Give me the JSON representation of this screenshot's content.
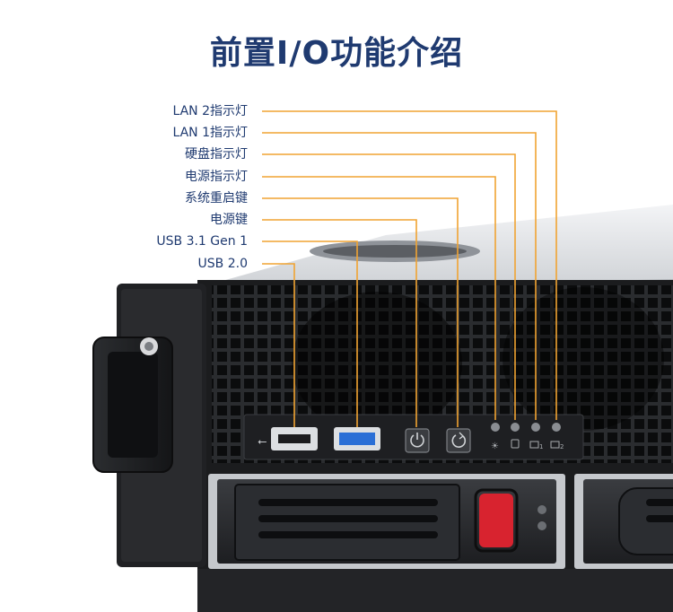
{
  "title": "前置I/O功能介绍",
  "callouts": [
    {
      "label": "LAN 2指示灯"
    },
    {
      "label": "LAN 1指示灯"
    },
    {
      "label": "硬盘指示灯"
    },
    {
      "label": "电源指示灯"
    },
    {
      "label": "系统重启键"
    },
    {
      "label": "电源键"
    },
    {
      "label": "USB 3.1 Gen 1"
    },
    {
      "label": "USB 2.0"
    }
  ],
  "port_glyphs": {
    "usb_symbol": "⭠",
    "lan1_sub": "1",
    "lan2_sub": "2"
  },
  "colors": {
    "title": "#1f3a70",
    "label": "#1f3a70",
    "leader": "#f0a332",
    "chassis_dark": "#1b1c1e",
    "grille": "#0e0f10",
    "usb3_blue": "#2a6fd6",
    "latch_red": "#d8232f"
  }
}
